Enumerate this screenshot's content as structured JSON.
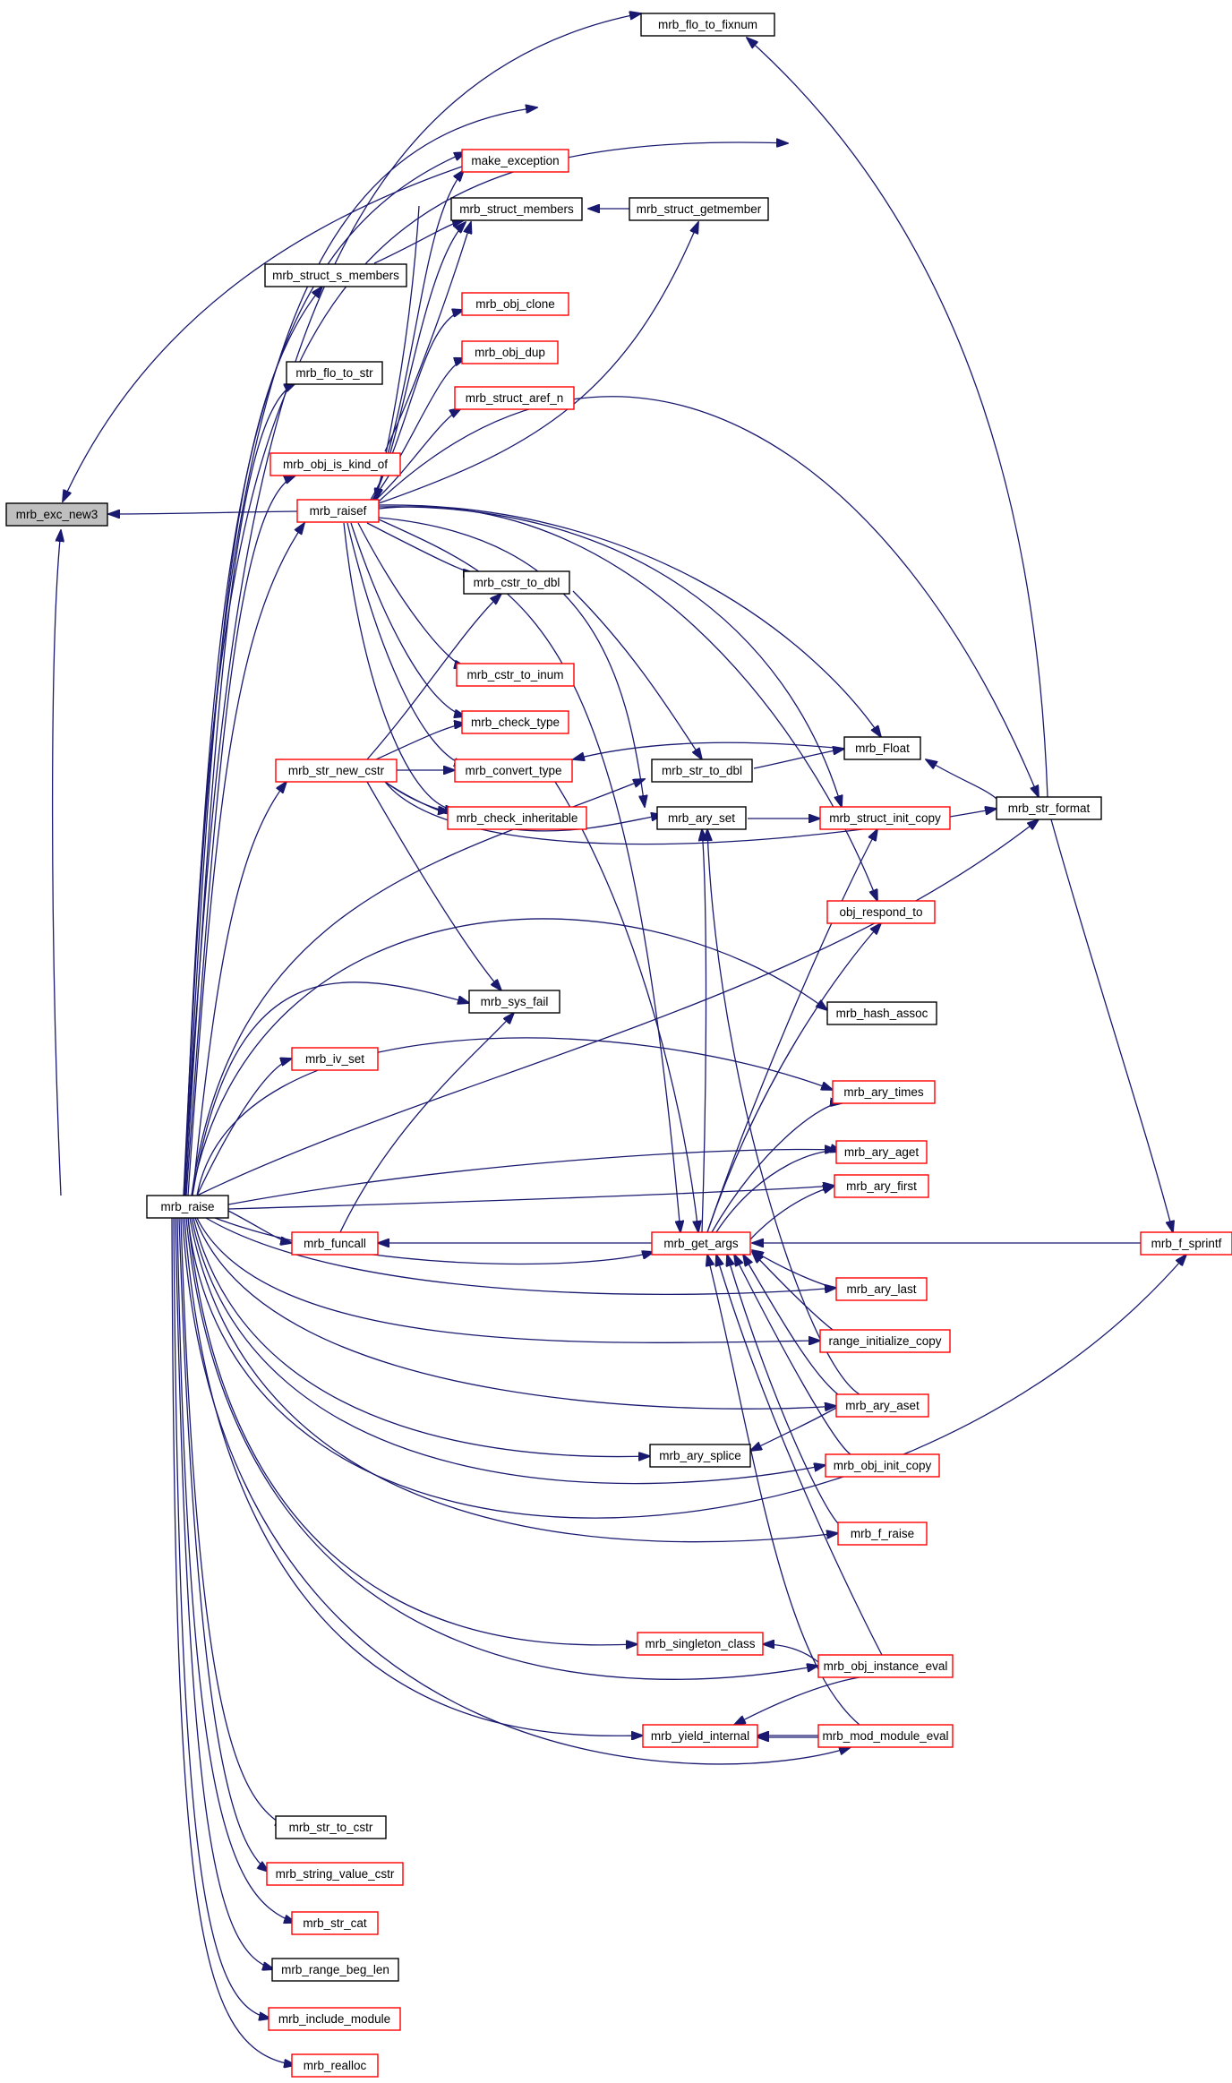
{
  "diagram": {
    "colors": {
      "edge": "#191970",
      "root_fill": "#bfbfbf",
      "border_black": "#000000",
      "border_red": "#ff0000",
      "fill": "#ffffff"
    },
    "nodes": [
      {
        "id": "exc",
        "label": "mrb_exc_new3",
        "style": "root"
      },
      {
        "id": "flo_to_fixnum",
        "label": "mrb_flo_to_fixnum",
        "style": "black"
      },
      {
        "id": "make_exception",
        "label": "make_exception",
        "style": "red"
      },
      {
        "id": "struct_members",
        "label": "mrb_struct_members",
        "style": "black"
      },
      {
        "id": "struct_getmember",
        "label": "mrb_struct_getmember",
        "style": "black"
      },
      {
        "id": "struct_s_members",
        "label": "mrb_struct_s_members",
        "style": "black"
      },
      {
        "id": "obj_clone",
        "label": "mrb_obj_clone",
        "style": "red"
      },
      {
        "id": "flo_to_str",
        "label": "mrb_flo_to_str",
        "style": "black"
      },
      {
        "id": "obj_dup",
        "label": "mrb_obj_dup",
        "style": "red"
      },
      {
        "id": "struct_aref_n",
        "label": "mrb_struct_aref_n",
        "style": "red"
      },
      {
        "id": "obj_is_kind_of",
        "label": "mrb_obj_is_kind_of",
        "style": "red"
      },
      {
        "id": "raisef",
        "label": "mrb_raisef",
        "style": "red"
      },
      {
        "id": "cstr_to_dbl",
        "label": "mrb_cstr_to_dbl",
        "style": "black"
      },
      {
        "id": "cstr_to_inum",
        "label": "mrb_cstr_to_inum",
        "style": "red"
      },
      {
        "id": "check_type",
        "label": "mrb_check_type",
        "style": "red"
      },
      {
        "id": "str_new_cstr",
        "label": "mrb_str_new_cstr",
        "style": "red"
      },
      {
        "id": "convert_type",
        "label": "mrb_convert_type",
        "style": "red"
      },
      {
        "id": "float",
        "label": "mrb_Float",
        "style": "black"
      },
      {
        "id": "str_to_dbl",
        "label": "mrb_str_to_dbl",
        "style": "black"
      },
      {
        "id": "str_format",
        "label": "mrb_str_format",
        "style": "black"
      },
      {
        "id": "check_inheritable",
        "label": "mrb_check_inheritable",
        "style": "red"
      },
      {
        "id": "ary_set",
        "label": "mrb_ary_set",
        "style": "black"
      },
      {
        "id": "struct_init_copy",
        "label": "mrb_struct_init_copy",
        "style": "red"
      },
      {
        "id": "obj_respond_to",
        "label": "obj_respond_to",
        "style": "red"
      },
      {
        "id": "sys_fail",
        "label": "mrb_sys_fail",
        "style": "black"
      },
      {
        "id": "hash_assoc",
        "label": "mrb_hash_assoc",
        "style": "black"
      },
      {
        "id": "iv_set",
        "label": "mrb_iv_set",
        "style": "red"
      },
      {
        "id": "ary_times",
        "label": "mrb_ary_times",
        "style": "red"
      },
      {
        "id": "ary_aget",
        "label": "mrb_ary_aget",
        "style": "red"
      },
      {
        "id": "raise",
        "label": "mrb_raise",
        "style": "black"
      },
      {
        "id": "ary_first",
        "label": "mrb_ary_first",
        "style": "red"
      },
      {
        "id": "funcall",
        "label": "mrb_funcall",
        "style": "red"
      },
      {
        "id": "get_args",
        "label": "mrb_get_args",
        "style": "red"
      },
      {
        "id": "f_sprintf",
        "label": "mrb_f_sprintf",
        "style": "red"
      },
      {
        "id": "ary_last",
        "label": "mrb_ary_last",
        "style": "red"
      },
      {
        "id": "range_init_copy",
        "label": "range_initialize_copy",
        "style": "red"
      },
      {
        "id": "ary_aset",
        "label": "mrb_ary_aset",
        "style": "red"
      },
      {
        "id": "ary_splice",
        "label": "mrb_ary_splice",
        "style": "black"
      },
      {
        "id": "obj_init_copy",
        "label": "mrb_obj_init_copy",
        "style": "red"
      },
      {
        "id": "f_raise",
        "label": "mrb_f_raise",
        "style": "red"
      },
      {
        "id": "singleton_class",
        "label": "mrb_singleton_class",
        "style": "red"
      },
      {
        "id": "obj_instance_eval",
        "label": "mrb_obj_instance_eval",
        "style": "red"
      },
      {
        "id": "yield_internal",
        "label": "mrb_yield_internal",
        "style": "red"
      },
      {
        "id": "mod_module_eval",
        "label": "mrb_mod_module_eval",
        "style": "red"
      },
      {
        "id": "str_to_cstr",
        "label": "mrb_str_to_cstr",
        "style": "black"
      },
      {
        "id": "string_value_cstr",
        "label": "mrb_string_value_cstr",
        "style": "red"
      },
      {
        "id": "str_cat",
        "label": "mrb_str_cat",
        "style": "red"
      },
      {
        "id": "range_beg_len",
        "label": "mrb_range_beg_len",
        "style": "black"
      },
      {
        "id": "include_module",
        "label": "mrb_include_module",
        "style": "red"
      },
      {
        "id": "realloc",
        "label": "mrb_realloc",
        "style": "red"
      }
    ]
  }
}
